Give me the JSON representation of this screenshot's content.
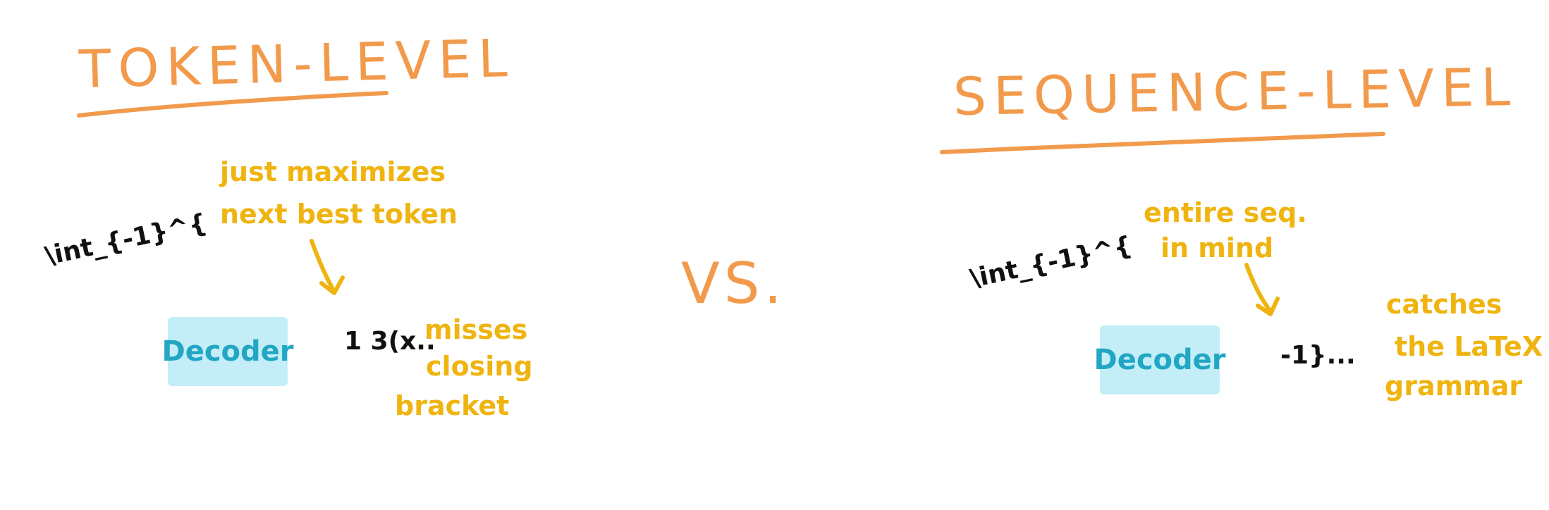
{
  "left": {
    "title": "TOKEN-LEVEL",
    "input_code": "\\int_{-1}^{",
    "note_line1": "just maximizes",
    "note_line2": "next best token",
    "decoder_label": "Decoder",
    "output_code": "1 3(x..",
    "result_line1": "misses",
    "result_line2": "closing",
    "result_line3": "bracket"
  },
  "middle": {
    "vs_label": "VS."
  },
  "right": {
    "title": "SEQUENCE-LEVEL",
    "input_code": "\\int_{-1}^{",
    "note_line1": "entire seq.",
    "note_line2": "in mind",
    "decoder_label": "Decoder",
    "output_code": "-1}...",
    "result_line1": "catches",
    "result_line2": "the LaTeX",
    "result_line3": "grammar"
  },
  "colors": {
    "title": "#f29a4c",
    "annotation": "#efb40f",
    "code": "#111111",
    "decoder_fill": "#c3eef8",
    "decoder_text": "#22a6c4"
  }
}
